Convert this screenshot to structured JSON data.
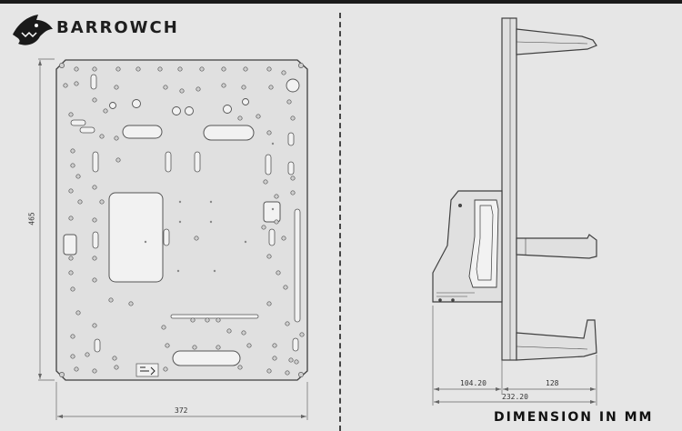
{
  "brand": {
    "name": "BARROWCH",
    "logo_icon": "shark-logo-icon"
  },
  "front_view": {
    "height_label": "465",
    "width_label": "372"
  },
  "side_view": {
    "left_dim_label": "104.20",
    "right_dim_label": "128",
    "total_dim_label": "232.20"
  },
  "caption": "DIMENSION IN MM",
  "colors": {
    "background": "#e6e6e6",
    "plate": "#e0e0e0",
    "outline": "#4a4a4a",
    "divider": "#444444"
  }
}
